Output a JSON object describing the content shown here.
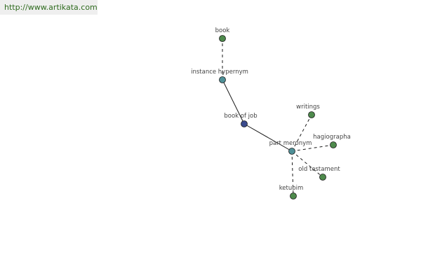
{
  "source": {
    "url_text": "http://www.artikata.com"
  },
  "graph": {
    "colors": {
      "leaf": "#4e8a4c",
      "relation": "#4f9097",
      "root": "#3a4a8c",
      "edge": "#1a1a1a"
    },
    "nodes": [
      {
        "id": "book",
        "label": "book",
        "kind": "leaf"
      },
      {
        "id": "instance-hypernym",
        "label": "instance hypernym",
        "kind": "relation"
      },
      {
        "id": "book-of-job",
        "label": "book of job",
        "kind": "root"
      },
      {
        "id": "part-meronym",
        "label": "part meronym",
        "kind": "relation"
      },
      {
        "id": "writings",
        "label": "writings",
        "kind": "leaf"
      },
      {
        "id": "hagiographa",
        "label": "hagiographa",
        "kind": "leaf"
      },
      {
        "id": "old-testament",
        "label": "old testament",
        "kind": "leaf"
      },
      {
        "id": "ketubim",
        "label": "ketubim",
        "kind": "leaf"
      }
    ],
    "edges": [
      {
        "from": "instance-hypernym",
        "to": "book",
        "style": "dashed"
      },
      {
        "from": "book-of-job",
        "to": "instance-hypernym",
        "style": "solid"
      },
      {
        "from": "book-of-job",
        "to": "part-meronym",
        "style": "solid"
      },
      {
        "from": "part-meronym",
        "to": "writings",
        "style": "dashed"
      },
      {
        "from": "part-meronym",
        "to": "hagiographa",
        "style": "dashed"
      },
      {
        "from": "part-meronym",
        "to": "old-testament",
        "style": "dashed"
      },
      {
        "from": "part-meronym",
        "to": "ketubim",
        "style": "dashed"
      }
    ]
  }
}
